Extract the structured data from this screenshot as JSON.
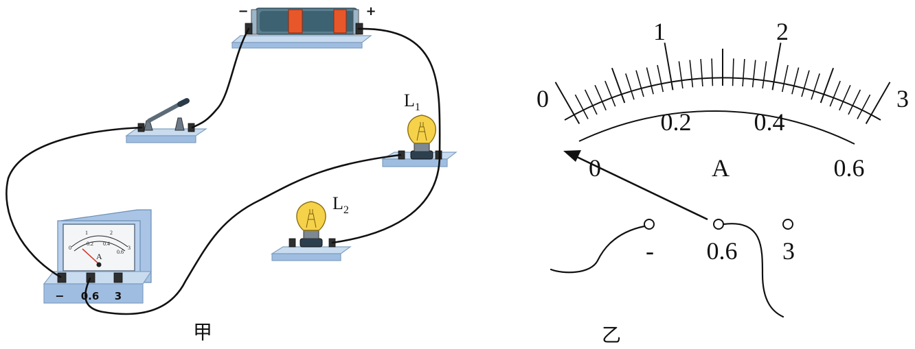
{
  "figure_a": {
    "caption": "甲",
    "battery": {
      "neg_label": "−",
      "pos_label": "+"
    },
    "lamp1": {
      "letter": "L",
      "subscript": "1"
    },
    "lamp2": {
      "letter": "L",
      "subscript": "2"
    },
    "ammeter": {
      "face_unit": "A",
      "face_upper_ticks": [
        "0",
        "1",
        "2",
        "3"
      ],
      "face_lower_ticks": [
        "0.2",
        "0.4",
        "0.6"
      ],
      "terminals": [
        "−",
        "0.6",
        "3"
      ]
    }
  },
  "figure_b": {
    "caption": "乙",
    "unit": "A",
    "upper_scale": [
      "0",
      "1",
      "2",
      "3"
    ],
    "lower_scale": [
      "0",
      "0.2",
      "0.4",
      "0.6"
    ],
    "terminals": [
      "-",
      "0.6",
      "3"
    ],
    "needle_reading_note": ""
  }
}
